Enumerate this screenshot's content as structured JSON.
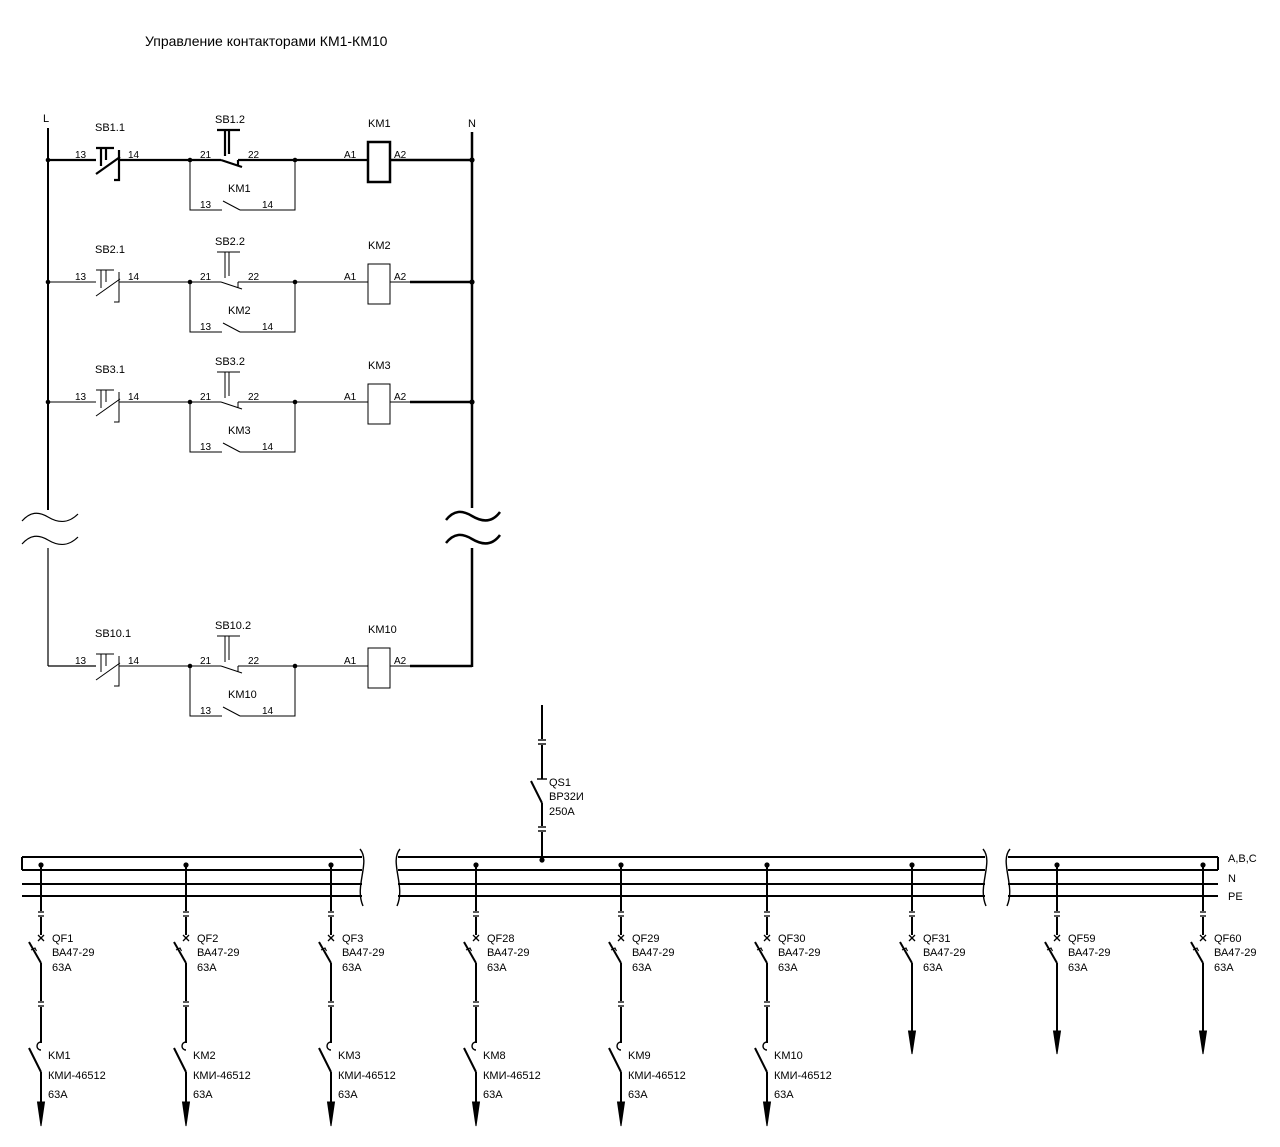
{
  "title": "Управление контакторами КМ1-КМ10",
  "control": {
    "rail_phase": "L",
    "rail_neutral": "N",
    "terminals": {
      "button_1_in": "13",
      "button_1_out": "14",
      "button_2_in": "21",
      "button_2_out": "22",
      "coil_in": "A1",
      "coil_out": "A2",
      "hold_in": "13",
      "hold_out": "14"
    },
    "rows": [
      {
        "button_1": "SB1.1",
        "button_2": "SB1.2",
        "coil": "KM1",
        "hold_contact": "KM1"
      },
      {
        "button_1": "SB2.1",
        "button_2": "SB2.2",
        "coil": "KM2",
        "hold_contact": "KM2"
      },
      {
        "button_1": "SB3.1",
        "button_2": "SB3.2",
        "coil": "KM3",
        "hold_contact": "KM3"
      },
      {
        "button_1": "SB10.1",
        "button_2": "SB10.2",
        "coil": "KM10",
        "hold_contact": "KM10"
      }
    ]
  },
  "power": {
    "main_switch": {
      "name": "QS1",
      "type": "ВР32И",
      "rating": "250А"
    },
    "bus_labels": {
      "phases": "A,B,C",
      "neutral": "N",
      "ground": "PE"
    },
    "feeders": [
      {
        "breaker": "QF1",
        "breaker_type": "ВА47-29",
        "breaker_rating": "63А",
        "contactor": "KM1",
        "contactor_type": "КМИ-46512",
        "contactor_rating": "63А"
      },
      {
        "breaker": "QF2",
        "breaker_type": "ВА47-29",
        "breaker_rating": "63А",
        "contactor": "KM2",
        "contactor_type": "КМИ-46512",
        "contactor_rating": "63А"
      },
      {
        "breaker": "QF3",
        "breaker_type": "ВА47-29",
        "breaker_rating": "63А",
        "contactor": "KM3",
        "contactor_type": "КМИ-46512",
        "contactor_rating": "63А"
      },
      {
        "breaker": "QF28",
        "breaker_type": "ВА47-29",
        "breaker_rating": "63А",
        "contactor": "KM8",
        "contactor_type": "КМИ-46512",
        "contactor_rating": "63А"
      },
      {
        "breaker": "QF29",
        "breaker_type": "ВА47-29",
        "breaker_rating": "63А",
        "contactor": "KM9",
        "contactor_type": "КМИ-46512",
        "contactor_rating": "63А"
      },
      {
        "breaker": "QF30",
        "breaker_type": "ВА47-29",
        "breaker_rating": "63А",
        "contactor": "KM10",
        "contactor_type": "КМИ-46512",
        "contactor_rating": "63А"
      },
      {
        "breaker": "QF31",
        "breaker_type": "ВА47-29",
        "breaker_rating": "63А"
      },
      {
        "breaker": "QF59",
        "breaker_type": "ВА47-29",
        "breaker_rating": "63А"
      },
      {
        "breaker": "QF60",
        "breaker_type": "ВА47-29",
        "breaker_rating": "63А"
      }
    ]
  }
}
